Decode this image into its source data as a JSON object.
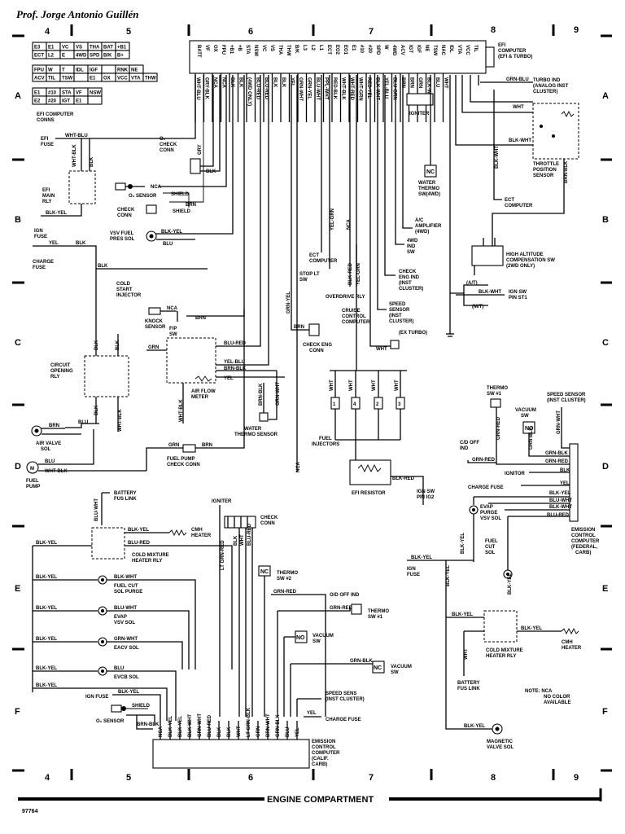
{
  "header": {
    "author": "Prof. Jorge Antonio Guillén",
    "col_numbers": [
      "4",
      "5",
      "6",
      "7",
      "8",
      "9"
    ]
  },
  "footer": {
    "title": "ENGINE COMPARTMENT",
    "figure_no": "97764"
  },
  "rows": [
    "A",
    "B",
    "C",
    "D",
    "E",
    "F"
  ],
  "connector_table": {
    "block1": [
      [
        "E3",
        "E1",
        "VC",
        "VS",
        "THA",
        "BAT",
        "+B1"
      ],
      [
        "ECT",
        "L2",
        "E",
        "4WD",
        "SPD",
        "B/K",
        "B+"
      ]
    ],
    "block2": [
      [
        "FPU",
        "W",
        "T",
        "IDL",
        "IGF",
        "",
        "RNK",
        "NE"
      ],
      [
        "ACV",
        "TIL",
        "TSW",
        "",
        "E1",
        "OX",
        "VCC",
        "VTA",
        "THW"
      ]
    ],
    "block3": [
      [
        "E1",
        "#10",
        "STA",
        "VF",
        "NSW"
      ],
      [
        "E2",
        "#20",
        "IGT",
        "E1",
        ""
      ]
    ],
    "caption": "EFI COMPUTER CONNS"
  },
  "efi_pins": [
    "BATT",
    "VF",
    "OX",
    "FPU",
    "+B1",
    "+B",
    "STA",
    "NSW",
    "VC",
    "VS",
    "THA",
    "THW",
    "B/K",
    "L3",
    "L2",
    "L1",
    "ECT",
    "EO2",
    "EO1",
    "E1",
    "#10",
    "#20",
    "SPD",
    "W",
    "4WD",
    "ACV",
    "IGT",
    "IGF",
    "NE",
    "TSW",
    "NAC",
    "IDL",
    "VTA",
    "VCC",
    "TIL"
  ],
  "efi_wires": [
    "WHT-BLU",
    "GRY-BLK",
    "NCA",
    "NCA",
    "BLK",
    "BLK",
    "(4WD ONLY)",
    "BLU-RED",
    "BLU-RED",
    "BLK",
    "BLK",
    "YEL",
    "GRN-WHT",
    "GRN-YEL",
    "BLU-WHT",
    "PPL-WHT",
    "RED-BLK",
    "WHT-BLK",
    "WHT-RED",
    "WHT-GRN",
    "RED-YEL",
    "BLK-WHT",
    "YEL-BLU",
    "BLU-GRN",
    "BRN",
    "BRN",
    "GRN",
    "BLK-WHT",
    "BLU",
    "WHT"
  ],
  "labels": {
    "efi_computer": "EFI COMPUTER (EFI & TURBO)",
    "turbo_ind": "TURBO IND (ANALOG INST CLUSTER)",
    "grn_blu": "GRN-BLU",
    "efi_fuse": "EFI FUSE",
    "efi_fuse_wire": "WHT-BLU",
    "o2_check": "O₂ CHECK CONN",
    "efi_main_rly": "EFI MAIN RLY",
    "o2_sensor": "O₂ SENSOR",
    "shield": "SHIELD",
    "check_conn": "CHECK CONN",
    "ign_fuse": "IGN FUSE",
    "blk_yel": "BLK-YEL",
    "charge_fuse": "CHARGE FUSE",
    "vsv_fuel": "VSV FUEL PRES SOL",
    "cold_start": "COLD START INJECTOR",
    "knock_sensor": "KNOCK SENSOR",
    "check_eng_conn": "CHECK ENG CONN",
    "circuit_opening": "CIRCUIT OPENING RLY",
    "fp_sw": "F/P SW",
    "air_flow": "AIR FLOW METER",
    "water_thermo": "WATER THERMO SENSOR",
    "air_valve": "AIR VALVE SOL",
    "fuel_pump_check": "FUEL PUMP CHECK CONN",
    "fuel_pump": "FUEL PUMP",
    "fuel_injectors": "FUEL INJECTORS",
    "efi_resistor": "EFI RESISTOR",
    "ign_sw_ig2": "IGN SW PIN IG2",
    "stop_lt": "STOP LT SW",
    "ect_computer": "ECT COMPUTER",
    "overdrive_rly": "OVERDRIVE RLY",
    "cruise_control": "CRUISE CONTROL COMPUTER",
    "check_eng_ind": "CHECK ENG IND (INST CLUSTER)",
    "speed_sensor": "SPEED SENSOR (INST CLUSTER)",
    "ex_turbo": "(EX TURBO)",
    "igniter": "IGNITER",
    "water_thermo_sw": "WATER THERMO SW (4WD)",
    "ac_amp": "A/C AMPLIFIER (4WD)",
    "ind_4wd": "4WD IND SW",
    "tps": "THROTTLE POSITION SENSOR",
    "ect_computer2": "ECT COMPUTER",
    "high_alt": "HIGH ALTITUDE COMPENSATION SW (2WD ONLY)",
    "ign_sw_st1": "IGN SW PIN ST1",
    "at": "(A/T)",
    "mt": "(M/T)",
    "thermo_sw1": "THERMO SW #1",
    "vacuum_sw": "VACUUM SW",
    "speed_sensor2": "SPEED SENSOR (INST CLUSTER)",
    "cd_off": "C/D OFF IND",
    "igniter2": "IGNITOR",
    "charge_fuse2": "CHARGE FUSE",
    "evap_purge": "EVAP PURGE VSV SOL",
    "fuel_cut_sol": "FUEL CUT SOL",
    "ign_fuse2": "IGN FUSE",
    "emission_fed": "EMISSION CONTROL COMPUTER (FEDERAL, CARB)",
    "battery_fus": "BATTERY FUS LINK",
    "cmh_heater": "CMH HEATER",
    "cold_mix_rly": "COLD MIXTURE HEATER RLY",
    "fuel_cut_purge": "FUEL CUT SOL PURGE",
    "evap_vsv": "EVAP VSV SOL",
    "eacv": "EACV SOL",
    "evcb": "EVCB SOL",
    "o2_sensor2": "O₂ SENSOR",
    "thermo_sw2": "THERMO SW #2",
    "od_off": "O/D OFF IND",
    "thermo_sw1b": "THERMO SW #1",
    "vacuum_sw2": "VACUUM SW",
    "speed_sens": "SPEED SENS (INST CLUSTER)",
    "charge_fuse3": "CHARGE FUSE",
    "emission_calif": "EMISSION CONTROL COMPUTER (CALIF. CARB)",
    "note": "NOTE: NCA NO COLOR AVAILABLE",
    "magnetic_valve": "MAGNETIC VALVE SOL",
    "battery_fus2": "BATTERY FUS LINK",
    "cold_mix_rly2": "COLD MIXTURE HEATER RLY",
    "cmh_heater2": "CMH HEATER",
    "igniter3": "IGNITER",
    "check_conn3": "CHECK CONN",
    "nca": "NCA",
    "blk": "BLK",
    "brn": "BRN",
    "blu": "BLU",
    "wht": "WHT",
    "grn": "GRN",
    "yel": "YEL",
    "gry": "GRY",
    "wht_blk": "WHT-BLK",
    "blu_red": "BLU-RED",
    "yel_blu": "YEL-BLU",
    "brn_blk": "BRN-BLK",
    "grn_wht": "GRN-WHT",
    "blk_wht": "BLK-WHT",
    "blu_wht": "BLU-WHT",
    "grn_red": "GRN-RED",
    "grn_blk": "GRN-BLK",
    "blk_red": "BLK-RED",
    "grn_yel": "GRN-YEL",
    "yel_grn": "YEL-GRN",
    "blu_blk": "BLU-BLK",
    "wht_grn": "WHT-GRN",
    "wht_red": "WHT-RED",
    "lt_grn_red": "LT GRN-RED",
    "lt_grn_blk": "LT GRN-BLK",
    "brn_wht": "BRN-WHT",
    "no": "NO",
    "nc": "NC"
  }
}
